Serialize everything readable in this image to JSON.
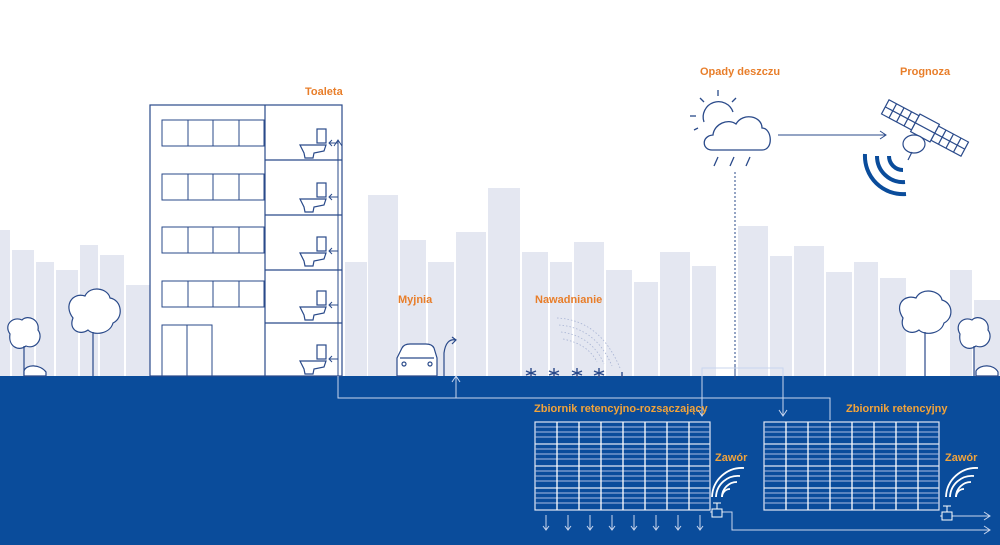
{
  "labels": {
    "toilet": "Toaleta",
    "car_wash": "Myjnia",
    "irrigation": "Nawadnianie",
    "rainfall": "Opady deszczu",
    "forecast": "Prognoza",
    "tank_infiltration": "Zbiornik retencyjno-rozsączający",
    "tank_retention": "Zbiornik retencyjny",
    "valve_1": "Zawór",
    "valve_2": "Zawór"
  },
  "colors": {
    "label_orange": "#e87e2a",
    "label_gold": "#f2a33a",
    "ground": "#0a4c9b",
    "line": "#2a4a8a",
    "skyline": "#e3e6f1",
    "tank_line": "#dfe6f4"
  },
  "icons": [
    "building",
    "toilet-icon",
    "car-icon",
    "sprinkler-icon",
    "sun-icon",
    "cloud-icon",
    "rain-icon",
    "satellite-icon",
    "signal-icon",
    "wifi-icon",
    "valve-icon",
    "tree-icon",
    "tank-icon"
  ]
}
